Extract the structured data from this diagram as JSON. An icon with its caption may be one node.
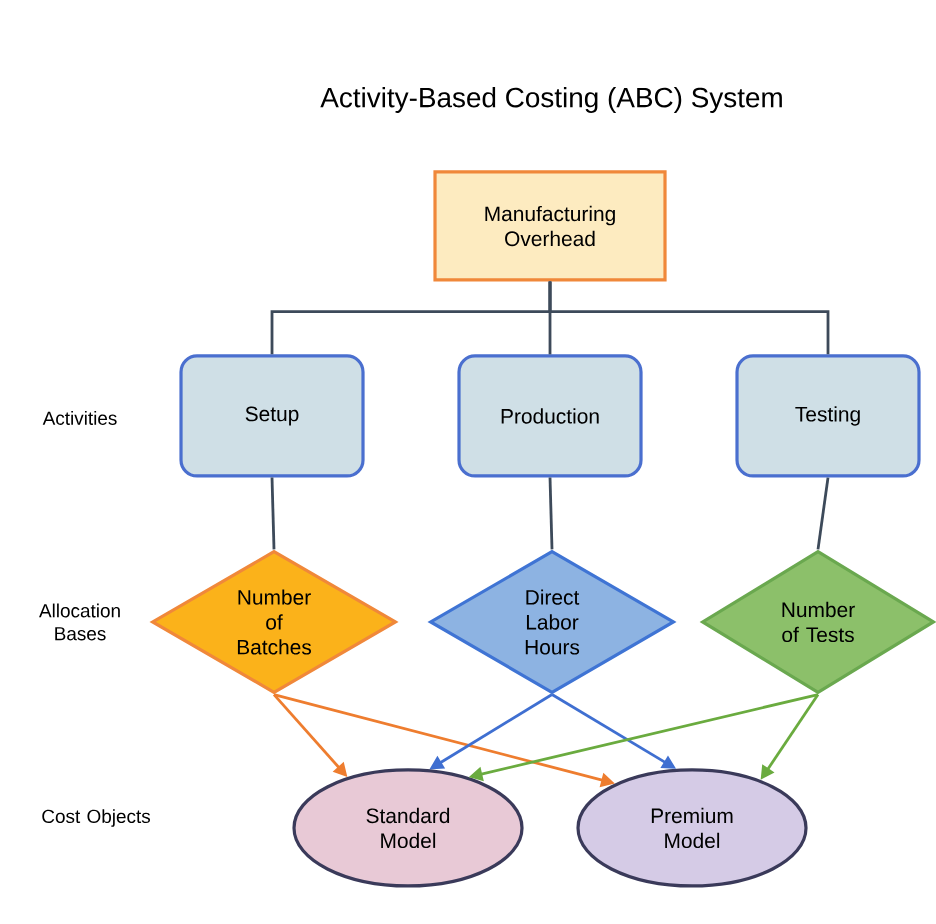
{
  "diagram": {
    "title": "Activity-Based Costing (ABC) System",
    "nodes": [
      {
        "text": [
          "Manufacturing Overhead"
        ]
      },
      {
        "text": [
          "Setup"
        ]
      },
      {
        "text": [
          "Production"
        ]
      },
      {
        "text": [
          "Testing"
        ]
      },
      {
        "text": [
          "Number of Batches"
        ]
      },
      {
        "text": [
          "Direct Labor Hours"
        ]
      },
      {
        "text": [
          "Number of Tests"
        ]
      },
      {
        "text": [
          "Standard Model"
        ]
      },
      {
        "text": [
          "Premium Model"
        ]
      }
    ],
    "edges": [
      {
        "from": 0,
        "to": 1,
        "arrow": "none"
      },
      {
        "from": 0,
        "to": 2,
        "arrow": "none"
      },
      {
        "from": 0,
        "to": 3,
        "arrow": "none"
      },
      {
        "from": 1,
        "to": 4,
        "arrow": "none"
      },
      {
        "from": 2,
        "to": 5,
        "arrow": "none"
      },
      {
        "from": 3,
        "to": 6,
        "arrow": "none"
      },
      {
        "from": 4,
        "to": 7,
        "arrow": "to",
        "color": "#ee7d2f"
      },
      {
        "from": 4,
        "to": 8,
        "arrow": "to",
        "color": "#ee7d2f"
      },
      {
        "from": 5,
        "to": 7,
        "arrow": "to",
        "color": "#3f6fd1"
      },
      {
        "from": 5,
        "to": 8,
        "arrow": "to",
        "color": "#3f6fd1"
      },
      {
        "from": 6,
        "to": 7,
        "arrow": "to",
        "color": "#6aab3f"
      },
      {
        "from": 6,
        "to": 8,
        "arrow": "to",
        "color": "#6aab3f"
      }
    ],
    "labels": [
      "Activities",
      "Allocation Bases",
      "Cost Objects"
    ]
  }
}
